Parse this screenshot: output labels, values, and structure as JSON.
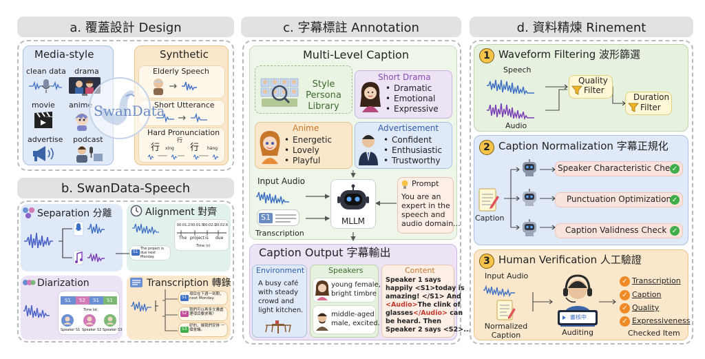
{
  "panel_a": {
    "header": "a. 覆蓋設計   Design",
    "media_style": {
      "title": "Media-style",
      "items": [
        "clean data",
        "drama",
        "movie",
        "anime",
        "advertise",
        "podcast"
      ]
    },
    "synthetic": {
      "title": "Synthetic",
      "items": [
        "Elderly Speech",
        "Short Utterance",
        "Hard Pronunciation"
      ],
      "hard_glyphs": [
        "行",
        "行",
        "行"
      ],
      "hard_pinyin": [
        "xíng",
        "háng"
      ]
    },
    "logo_text": "SwanData"
  },
  "panel_b": {
    "header": "b. SwanData-Speech",
    "separation": "Separation 分離",
    "alignment": "Alignment 對齊",
    "alignment_ticks": [
      "00:01.2",
      "00:01.5",
      "00:02.1",
      "00:02.6"
    ],
    "alignment_words": [
      "The",
      "project",
      "is",
      "due"
    ],
    "alignment_axis": "Time (s)",
    "alignment_sentence": "The project is due next Monday.",
    "alignment_tag": "S1",
    "diarization": "Diarization",
    "diar_segments": [
      "S1",
      "S2",
      "S1",
      "S1"
    ],
    "diar_axis": "Time lot",
    "speakers": [
      "Speaker S1",
      "Speaker S2",
      "Speaker S3"
    ],
    "transcription": "Transcription 轉錄",
    "transcripts": [
      {
        "tag": "S1",
        "text": "項目在下週一到期，next Monday."
      },
      {
        "tag": "S2",
        "text": "我們可以再多文書處 理項目要求嗎？"
      },
      {
        "tag": "S3",
        "text": "好的，讓我們安排 一個會議。"
      }
    ]
  },
  "panel_c": {
    "header": "c. 字幕標註 Annotation",
    "multi_level": "Multi-Level Caption",
    "library": "Style Persona Library",
    "short_drama": {
      "title": "Short Drama",
      "items": [
        "Dramatic",
        "Emotional",
        "Expressive"
      ]
    },
    "anime": {
      "title": "Anime",
      "items": [
        "Energetic",
        "Lovely",
        "Playful"
      ]
    },
    "advertisement": {
      "title": "Advertisement",
      "items": [
        "Confident",
        "Enthusiastic",
        "Trustworthy"
      ]
    },
    "input_audio": "Input Audio",
    "s1_tag": "S1",
    "transcription": "Transcription",
    "mllm": "MLLM",
    "prompt_title": "Prompt",
    "prompt_text": [
      "You are an",
      "expert in the",
      "speech and",
      "audio domain..."
    ],
    "output_title": "Caption Output 字幕輸出",
    "environment": {
      "title": "Environment",
      "text": [
        "A busy café",
        "with steady",
        "crowd and",
        "light kitchen."
      ]
    },
    "speakers": {
      "title": "Speakers",
      "s1": [
        "young female,",
        "bright timbre"
      ],
      "s2": [
        "middle-aged",
        "male, excited."
      ]
    },
    "content": {
      "title": "Content",
      "l1": "Speaker 1 says",
      "l2": "happily <S1>today is",
      "l3": "amazing! </S1> And",
      "l4a": "<Audio>",
      "l4b": "The clink of",
      "l5": "glasses",
      "l5b": "</Audio>",
      "l5c": " can",
      "l6": "be heard. Then",
      "l7": "Speaker 2 says <S2>..."
    }
  },
  "panel_d": {
    "header": "d. 資料精煉 Rinement",
    "s1": {
      "num": "1",
      "title": "Waveform Filtering  波形篩選",
      "speech": "Speech",
      "audio": "Audio",
      "quality": [
        "Quality",
        "Filter"
      ],
      "duration": [
        "Duration",
        "Filter"
      ]
    },
    "s2": {
      "num": "2",
      "title": "Caption Normalization  字幕正規化",
      "caption": "Caption",
      "checks": [
        "Speaker Characteristic Check",
        "Punctuation Optimization",
        "Caption Validness Check"
      ]
    },
    "s3": {
      "num": "3",
      "title": "Human Verification  人工驗證",
      "input_audio": "Input Audio",
      "normalized": [
        "Normalized",
        "Caption"
      ],
      "auditing": "Auditing",
      "screen_text": "審核中",
      "checked": "Checked Item",
      "items": [
        "Transcription",
        "Caption",
        "Quality",
        "Expressiveness"
      ]
    }
  },
  "colors": {
    "blue_fill": "#dfe9f7",
    "orange_fill": "#fbe8cc",
    "green_fill": "#e7f1df",
    "purple_fill": "#ece3f5",
    "wave_blue": "#3d6fc4",
    "wave_purple": "#7a3fb5",
    "check_green": "#3fae49",
    "number_yellow": "#f6c34a"
  }
}
